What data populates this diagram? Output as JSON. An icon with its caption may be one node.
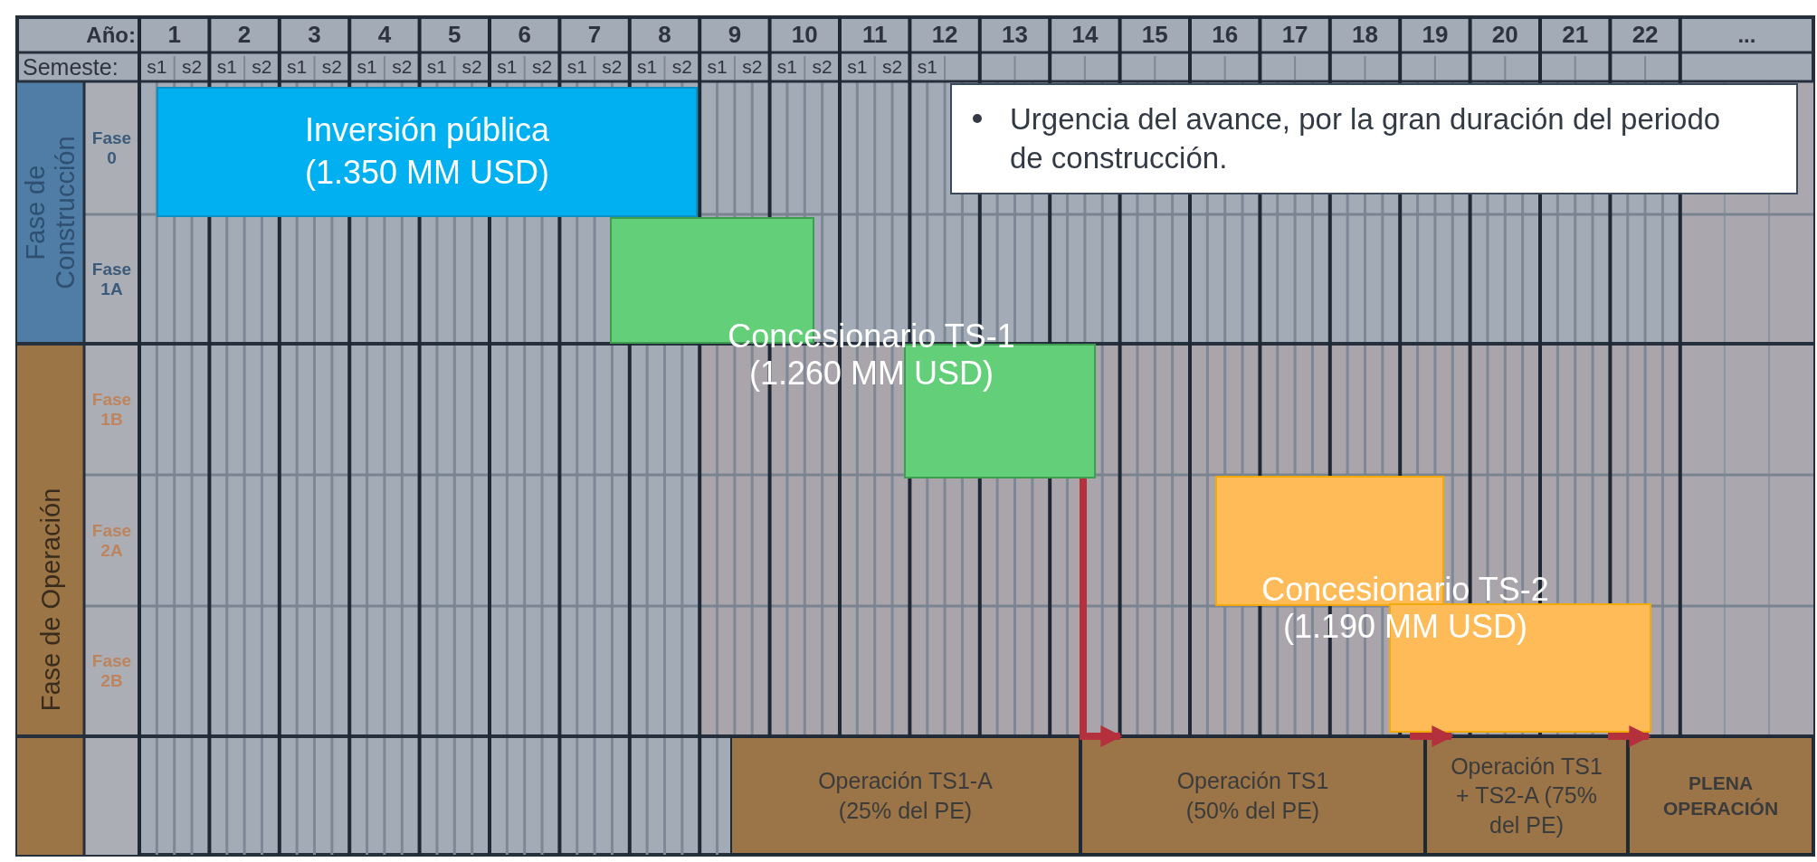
{
  "diagram": {
    "nodes": [
      {
        "text": [
          "Inversión pública (1.350 MM USD)"
        ]
      },
      {
        "text": [],
        "shape": "bar"
      },
      {
        "text": [],
        "shape": "bar"
      },
      {
        "text": [],
        "shape": "bar"
      },
      {
        "text": [],
        "shape": "bar"
      },
      {
        "text": [
          "Operación TS1-A (25% del PE)"
        ]
      },
      {
        "text": [
          "Operación TS1 (50% del PE)"
        ]
      },
      {
        "text": [
          "Operación TS1 + TS2-A (75% del PE)"
        ]
      },
      {
        "text": [
          "PLENA OPERACIÓN"
        ]
      },
      {
        "text": [
          "Urgencia del avance, por la gran duración del periodo de construcción."
        ]
      }
    ],
    "edges": [
      {
        "from": 2,
        "to": 6,
        "arrow": "to"
      },
      {
        "from": 4,
        "to": 7,
        "arrow": "to"
      },
      {
        "from": 4,
        "to": 8,
        "arrow": "to"
      }
    ],
    "labels": [
      "Año:",
      "1",
      "2",
      "3",
      "4",
      "5",
      "6",
      "7",
      "8",
      "9",
      "10",
      "11",
      "12",
      "13",
      "14",
      "15",
      "16",
      "17",
      "18",
      "19",
      "20",
      "21",
      "22",
      "...",
      "Semeste:",
      "s1",
      "s2",
      "s1",
      "s2",
      "s1",
      "s2",
      "s1",
      "s2",
      "s1",
      "s2",
      "s1",
      "s2",
      "s1",
      "s2",
      "s1",
      "s2",
      "s1",
      "s2",
      "s1",
      "s2",
      "s1",
      "s2",
      "s1",
      "Fase de Construcción",
      "Fase 0",
      "Fase 1A",
      "Fase de Operación",
      "Fase 1B",
      "Fase 2A",
      "Fase 2B",
      "Concesionario TS-1 (1.260 MM USD)",
      "Concesionario TS-2 (1.190 MM USD)"
    ]
  }
}
